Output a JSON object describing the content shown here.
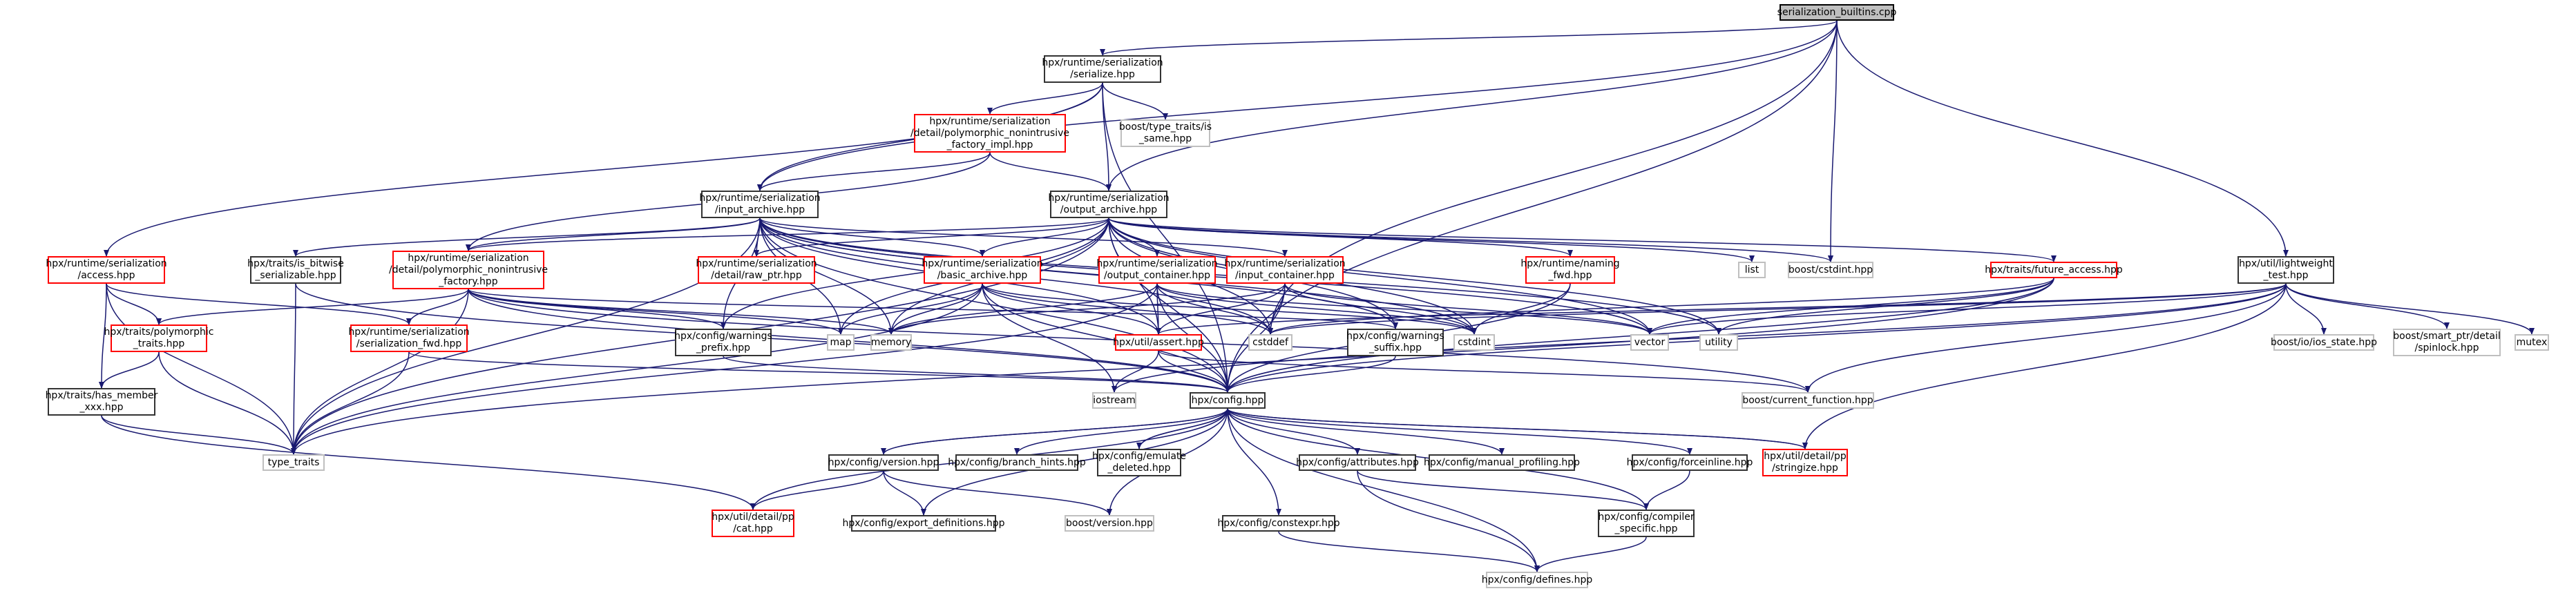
{
  "colors": {
    "edge": "#191970",
    "root_fill": "#bfbfbf",
    "border_normal": "#333333",
    "border_red": "#ff0000",
    "border_gray": "#bfbfbf"
  },
  "nodes": [
    {
      "id": "root",
      "label": "serialization_builtins.cpp",
      "style": "root"
    },
    {
      "id": "serialize",
      "label": "hpx/runtime/serialization\n/serialize.hpp",
      "style": "normal"
    },
    {
      "id": "polyimpl",
      "label": "hpx/runtime/serialization\n/detail/polymorphic_nonintrusive\n_factory_impl.hpp",
      "style": "red"
    },
    {
      "id": "boost_is_same",
      "label": "boost/type_traits/is\n_same.hpp",
      "style": "gray"
    },
    {
      "id": "input_archive",
      "label": "hpx/runtime/serialization\n/input_archive.hpp",
      "style": "normal"
    },
    {
      "id": "output_archive",
      "label": "hpx/runtime/serialization\n/output_archive.hpp",
      "style": "normal"
    },
    {
      "id": "access",
      "label": "hpx/runtime/serialization\n/access.hpp",
      "style": "red"
    },
    {
      "id": "is_bitwise",
      "label": "hpx/traits/is_bitwise\n_serializable.hpp",
      "style": "normal"
    },
    {
      "id": "polyfactory",
      "label": "hpx/runtime/serialization\n/detail/polymorphic_nonintrusive\n_factory.hpp",
      "style": "red"
    },
    {
      "id": "raw_ptr",
      "label": "hpx/runtime/serialization\n/detail/raw_ptr.hpp",
      "style": "red"
    },
    {
      "id": "basic_archive",
      "label": "hpx/runtime/serialization\n/basic_archive.hpp",
      "style": "red"
    },
    {
      "id": "output_container",
      "label": "hpx/runtime/serialization\n/output_container.hpp",
      "style": "red"
    },
    {
      "id": "input_container",
      "label": "hpx/runtime/serialization\n/input_container.hpp",
      "style": "red"
    },
    {
      "id": "naming_fwd",
      "label": "hpx/runtime/naming\n_fwd.hpp",
      "style": "red"
    },
    {
      "id": "list",
      "label": "list",
      "style": "gray"
    },
    {
      "id": "boost_cstdint",
      "label": "boost/cstdint.hpp",
      "style": "gray"
    },
    {
      "id": "future_access",
      "label": "hpx/traits/future_access.hpp",
      "style": "red"
    },
    {
      "id": "lightweight",
      "label": "hpx/util/lightweight\n_test.hpp",
      "style": "normal"
    },
    {
      "id": "polymorphic_traits",
      "label": "hpx/traits/polymorphic\n_traits.hpp",
      "style": "red"
    },
    {
      "id": "serialization_fwd",
      "label": "hpx/runtime/serialization\n/serialization_fwd.hpp",
      "style": "red"
    },
    {
      "id": "warnings_prefix",
      "label": "hpx/config/warnings\n_prefix.hpp",
      "style": "normal"
    },
    {
      "id": "map",
      "label": "map",
      "style": "gray"
    },
    {
      "id": "memory",
      "label": "memory",
      "style": "gray"
    },
    {
      "id": "cstddef",
      "label": "cstddef",
      "style": "gray"
    },
    {
      "id": "warnings_suffix",
      "label": "hpx/config/warnings\n_suffix.hpp",
      "style": "normal"
    },
    {
      "id": "cstdint",
      "label": "cstdint",
      "style": "gray"
    },
    {
      "id": "vector",
      "label": "vector",
      "style": "gray"
    },
    {
      "id": "utility",
      "label": "utility",
      "style": "gray"
    },
    {
      "id": "assert",
      "label": "hpx/util/assert.hpp",
      "style": "red"
    },
    {
      "id": "ios_state",
      "label": "boost/io/ios_state.hpp",
      "style": "gray"
    },
    {
      "id": "spinlock",
      "label": "boost/smart_ptr/detail\n/spinlock.hpp",
      "style": "gray"
    },
    {
      "id": "mutex",
      "label": "mutex",
      "style": "gray"
    },
    {
      "id": "has_member",
      "label": "hpx/traits/has_member\n_xxx.hpp",
      "style": "normal"
    },
    {
      "id": "iostream",
      "label": "iostream",
      "style": "gray"
    },
    {
      "id": "config",
      "label": "hpx/config.hpp",
      "style": "normal"
    },
    {
      "id": "current_function",
      "label": "boost/current_function.hpp",
      "style": "gray"
    },
    {
      "id": "type_traits",
      "label": "type_traits",
      "style": "gray"
    },
    {
      "id": "version",
      "label": "hpx/config/version.hpp",
      "style": "normal"
    },
    {
      "id": "branch_hints",
      "label": "hpx/config/branch_hints.hpp",
      "style": "normal"
    },
    {
      "id": "emulate_deleted",
      "label": "hpx/config/emulate\n_deleted.hpp",
      "style": "normal"
    },
    {
      "id": "attributes",
      "label": "hpx/config/attributes.hpp",
      "style": "normal"
    },
    {
      "id": "manual_profiling",
      "label": "hpx/config/manual_profiling.hpp",
      "style": "normal"
    },
    {
      "id": "forceinline",
      "label": "hpx/config/forceinline.hpp",
      "style": "normal"
    },
    {
      "id": "stringize",
      "label": "hpx/util/detail/pp\n/stringize.hpp",
      "style": "red"
    },
    {
      "id": "cat",
      "label": "hpx/util/detail/pp\n/cat.hpp",
      "style": "red"
    },
    {
      "id": "export_definitions",
      "label": "hpx/config/export_definitions.hpp",
      "style": "normal"
    },
    {
      "id": "boost_version",
      "label": "boost/version.hpp",
      "style": "gray"
    },
    {
      "id": "constexpr",
      "label": "hpx/config/constexpr.hpp",
      "style": "normal"
    },
    {
      "id": "compiler_specific",
      "label": "hpx/config/compiler\n_specific.hpp",
      "style": "normal"
    },
    {
      "id": "defines",
      "label": "hpx/config/defines.hpp",
      "style": "gray"
    }
  ],
  "edges": [
    [
      "root",
      "serialize"
    ],
    [
      "root",
      "input_archive"
    ],
    [
      "root",
      "output_archive"
    ],
    [
      "root",
      "boost_cstdint"
    ],
    [
      "root",
      "lightweight"
    ],
    [
      "root",
      "config"
    ],
    [
      "root",
      "cstddef"
    ],
    [
      "serialize",
      "polyimpl"
    ],
    [
      "serialize",
      "boost_is_same"
    ],
    [
      "serialize",
      "input_archive"
    ],
    [
      "serialize",
      "output_archive"
    ],
    [
      "serialize",
      "access"
    ],
    [
      "serialize",
      "config"
    ],
    [
      "polyimpl",
      "input_archive"
    ],
    [
      "polyimpl",
      "output_archive"
    ],
    [
      "polyimpl",
      "polyfactory"
    ],
    [
      "input_archive",
      "is_bitwise"
    ],
    [
      "input_archive",
      "polyfactory"
    ],
    [
      "input_archive",
      "raw_ptr"
    ],
    [
      "input_archive",
      "basic_archive"
    ],
    [
      "input_archive",
      "input_container"
    ],
    [
      "input_archive",
      "warnings_prefix"
    ],
    [
      "input_archive",
      "map"
    ],
    [
      "input_archive",
      "memory"
    ],
    [
      "input_archive",
      "cstddef"
    ],
    [
      "input_archive",
      "warnings_suffix"
    ],
    [
      "input_archive",
      "cstdint"
    ],
    [
      "input_archive",
      "vector"
    ],
    [
      "input_archive",
      "assert"
    ],
    [
      "input_archive",
      "type_traits"
    ],
    [
      "input_archive",
      "config"
    ],
    [
      "input_archive",
      "utility"
    ],
    [
      "output_archive",
      "polyfactory"
    ],
    [
      "output_archive",
      "raw_ptr"
    ],
    [
      "output_archive",
      "basic_archive"
    ],
    [
      "output_archive",
      "output_container"
    ],
    [
      "output_archive",
      "naming_fwd"
    ],
    [
      "output_archive",
      "list"
    ],
    [
      "output_archive",
      "boost_cstdint"
    ],
    [
      "output_archive",
      "future_access"
    ],
    [
      "output_archive",
      "warnings_prefix"
    ],
    [
      "output_archive",
      "map"
    ],
    [
      "output_archive",
      "memory"
    ],
    [
      "output_archive",
      "cstddef"
    ],
    [
      "output_archive",
      "warnings_suffix"
    ],
    [
      "output_archive",
      "cstdint"
    ],
    [
      "output_archive",
      "vector"
    ],
    [
      "output_archive",
      "utility"
    ],
    [
      "output_archive",
      "assert"
    ],
    [
      "output_archive",
      "type_traits"
    ],
    [
      "output_archive",
      "config"
    ],
    [
      "access",
      "polymorphic_traits"
    ],
    [
      "access",
      "serialization_fwd"
    ],
    [
      "access",
      "has_member"
    ],
    [
      "access",
      "type_traits"
    ],
    [
      "is_bitwise",
      "type_traits"
    ],
    [
      "is_bitwise",
      "config"
    ],
    [
      "polyfactory",
      "polymorphic_traits"
    ],
    [
      "polyfactory",
      "serialization_fwd"
    ],
    [
      "polyfactory",
      "map"
    ],
    [
      "polyfactory",
      "memory"
    ],
    [
      "polyfactory",
      "type_traits"
    ],
    [
      "polyfactory",
      "warnings_prefix"
    ],
    [
      "polyfactory",
      "warnings_suffix"
    ],
    [
      "polyfactory",
      "config"
    ],
    [
      "polyfactory",
      "current_function"
    ],
    [
      "basic_archive",
      "map"
    ],
    [
      "basic_archive",
      "memory"
    ],
    [
      "basic_archive",
      "cstddef"
    ],
    [
      "basic_archive",
      "cstdint"
    ],
    [
      "basic_archive",
      "assert"
    ],
    [
      "basic_archive",
      "iostream"
    ],
    [
      "basic_archive",
      "type_traits"
    ],
    [
      "basic_archive",
      "config"
    ],
    [
      "output_container",
      "assert"
    ],
    [
      "output_container",
      "cstddef"
    ],
    [
      "output_container",
      "cstdint"
    ],
    [
      "output_container",
      "memory"
    ],
    [
      "output_container",
      "vector"
    ],
    [
      "output_container",
      "type_traits"
    ],
    [
      "output_container",
      "config"
    ],
    [
      "input_container",
      "assert"
    ],
    [
      "input_container",
      "cstddef"
    ],
    [
      "input_container",
      "cstdint"
    ],
    [
      "input_container",
      "memory"
    ],
    [
      "input_container",
      "vector"
    ],
    [
      "input_container",
      "config"
    ],
    [
      "naming_fwd",
      "cstdint"
    ],
    [
      "naming_fwd",
      "config"
    ],
    [
      "future_access",
      "vector"
    ],
    [
      "future_access",
      "type_traits"
    ],
    [
      "future_access",
      "utility"
    ],
    [
      "future_access",
      "config"
    ],
    [
      "future_access",
      "cstddef"
    ],
    [
      "lightweight",
      "assert"
    ],
    [
      "lightweight",
      "iostream"
    ],
    [
      "lightweight",
      "ios_state"
    ],
    [
      "lightweight",
      "spinlock"
    ],
    [
      "lightweight",
      "mutex"
    ],
    [
      "lightweight",
      "cstddef"
    ],
    [
      "lightweight",
      "stringize"
    ],
    [
      "lightweight",
      "current_function"
    ],
    [
      "lightweight",
      "config"
    ],
    [
      "lightweight",
      "vector"
    ],
    [
      "polymorphic_traits",
      "has_member"
    ],
    [
      "polymorphic_traits",
      "type_traits"
    ],
    [
      "serialization_fwd",
      "type_traits"
    ],
    [
      "serialization_fwd",
      "config"
    ],
    [
      "warnings_prefix",
      "config"
    ],
    [
      "warnings_suffix",
      "config"
    ],
    [
      "assert",
      "config"
    ],
    [
      "assert",
      "iostream"
    ],
    [
      "assert",
      "current_function"
    ],
    [
      "has_member",
      "type_traits"
    ],
    [
      "has_member",
      "cat"
    ],
    [
      "config",
      "version"
    ],
    [
      "config",
      "branch_hints"
    ],
    [
      "config",
      "emulate_deleted"
    ],
    [
      "config",
      "attributes"
    ],
    [
      "config",
      "manual_profiling"
    ],
    [
      "config",
      "forceinline"
    ],
    [
      "config",
      "stringize"
    ],
    [
      "config",
      "cat"
    ],
    [
      "config",
      "export_definitions"
    ],
    [
      "config",
      "boost_version"
    ],
    [
      "config",
      "constexpr"
    ],
    [
      "config",
      "compiler_specific"
    ],
    [
      "config",
      "defines"
    ],
    [
      "version",
      "export_definitions"
    ],
    [
      "version",
      "cat"
    ],
    [
      "version",
      "boost_version"
    ],
    [
      "version",
      "config"
    ],
    [
      "emulate_deleted",
      "config"
    ],
    [
      "attributes",
      "defines"
    ],
    [
      "attributes",
      "compiler_specific"
    ],
    [
      "forceinline",
      "compiler_specific"
    ],
    [
      "compiler_specific",
      "defines"
    ],
    [
      "constexpr",
      "defines"
    ],
    [
      "stringize",
      "config"
    ]
  ]
}
